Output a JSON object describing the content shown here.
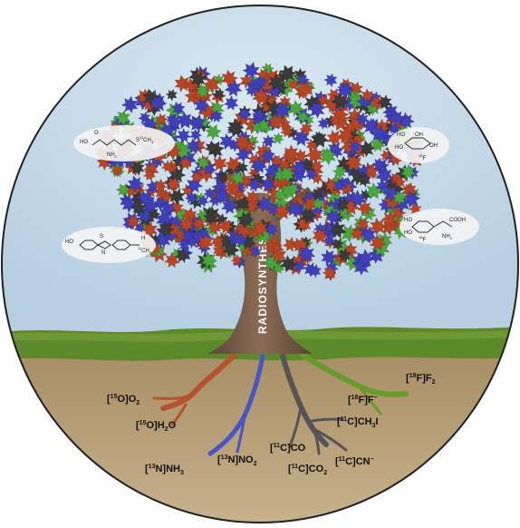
{
  "trunk_label": "RADIOSYNTHESIS",
  "colors": {
    "sky": "#bfd6e6",
    "grass": "#5f8a2a",
    "soil": "#b8a27a",
    "trunk": "#7b5d48",
    "oxygen_root": "#b5542c",
    "nitrogen_root": "#4a55c4",
    "carbon_root": "#555555",
    "fluorine_root": "#6a9a2a",
    "leaf_red": "#b54524",
    "leaf_blue": "#3f3fb8",
    "leaf_green": "#4aa63a",
    "leaf_dark": "#3a3a3a"
  },
  "roots": [
    {
      "element": "oxygen",
      "labels": [
        {
          "iso": "15",
          "el": "O",
          "rest": "O",
          "rest_sub": "2"
        },
        {
          "iso": "15",
          "el": "O",
          "rest": "H",
          "rest_sub": "2",
          "tail": "O"
        }
      ]
    },
    {
      "element": "nitrogen",
      "labels": [
        {
          "iso": "13",
          "el": "N",
          "rest": "NH",
          "rest_sub": "3"
        },
        {
          "iso": "13",
          "el": "N",
          "rest": "NO",
          "rest_sub": "2"
        }
      ]
    },
    {
      "element": "carbon",
      "labels": [
        {
          "iso": "11",
          "el": "C",
          "rest": "CO",
          "rest_sub": ""
        },
        {
          "iso": "11",
          "el": "C",
          "rest": "CO",
          "rest_sub": "2"
        },
        {
          "iso": "11",
          "el": "C",
          "rest": "CH",
          "rest_sub": "3",
          "tail": "I"
        },
        {
          "iso": "11",
          "el": "C",
          "rest": "CN",
          "rest_sub": "",
          "tail_sup": "−"
        }
      ]
    },
    {
      "element": "fluorine",
      "labels": [
        {
          "iso": "18",
          "el": "F",
          "rest": "F",
          "rest_sub": "",
          "tail_sup": "−"
        },
        {
          "iso": "18",
          "el": "F",
          "rest": "F",
          "rest_sub": "2"
        }
      ]
    }
  ],
  "molecules": [
    {
      "name": "methionine",
      "atoms": [
        "HO",
        "O",
        "NH",
        "2",
        "S",
        "11",
        "CH",
        "3"
      ]
    },
    {
      "name": "fdg",
      "atoms": [
        "HO",
        "HO",
        "OH",
        "OH",
        "18",
        "F"
      ]
    },
    {
      "name": "pib",
      "atoms": [
        "HO",
        "S",
        "N",
        "H",
        "11",
        "CH",
        "3"
      ]
    },
    {
      "name": "fdopa",
      "atoms": [
        "HO",
        "HO",
        "COOH",
        "NH",
        "2",
        "18",
        "F"
      ]
    }
  ]
}
